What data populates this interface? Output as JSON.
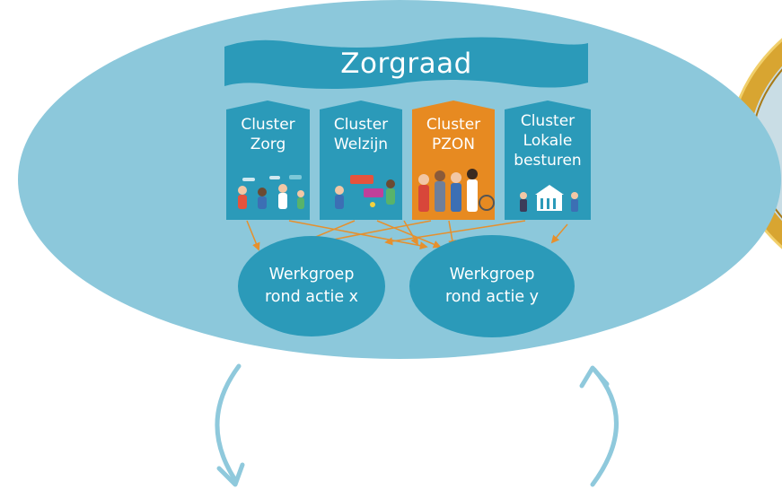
{
  "colors": {
    "outer_ellipse": "#8cc8db",
    "teal": "#2b9ab9",
    "orange": "#e78a21",
    "gold": "#d7a52c",
    "mirror_fill": "#c8e2ea",
    "arrow": "#e6902d",
    "cycle_arrow": "#8fc9dc"
  },
  "header": {
    "title": "Zorgraad"
  },
  "clusters": [
    {
      "label": "Cluster\nZorg",
      "color": "teal"
    },
    {
      "label": "Cluster\nWelzijn",
      "color": "teal"
    },
    {
      "label": "Cluster\nPZON",
      "color": "orange"
    },
    {
      "label": "Cluster\nLokale\nbesturen",
      "color": "teal"
    }
  ],
  "workgroups": [
    {
      "label": "Werkgroep\nrond actie x"
    },
    {
      "label": "Werkgroep\nrond actie y"
    }
  ]
}
